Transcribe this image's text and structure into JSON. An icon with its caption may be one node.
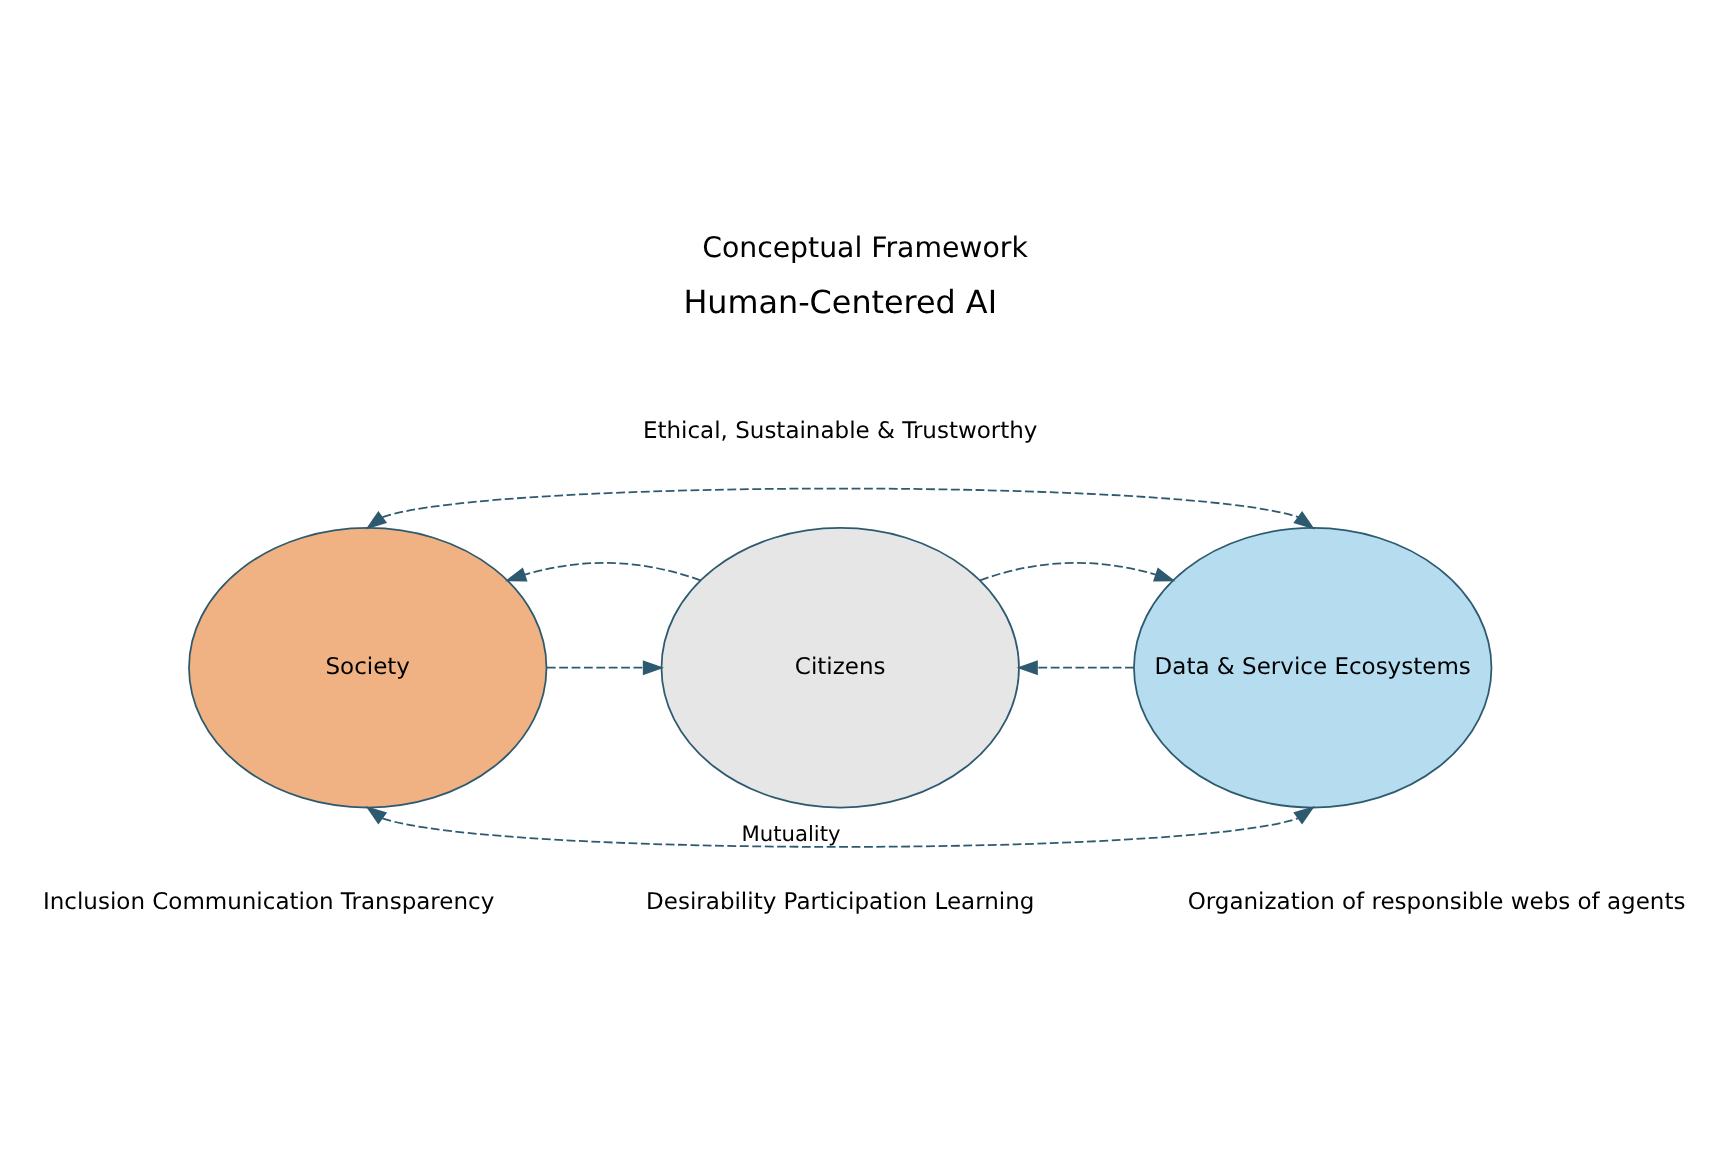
{
  "diagram": {
    "title": "Conceptual Framework",
    "nodes": [
      {
        "text": [
          "Society"
        ],
        "beside": [
          "Inclusion Communication Transparency"
        ]
      },
      {
        "text": [
          "Citizens"
        ],
        "beside": [
          "Desirability Participation Learning"
        ]
      },
      {
        "text": [
          "Data & Service Ecosystems"
        ],
        "beside": [
          "Organization of responsible webs of agents"
        ]
      }
    ],
    "edges": [
      {
        "from": 0,
        "to": 2,
        "arrow": "both",
        "style": "dashed"
      },
      {
        "from": 0,
        "to": 1,
        "arrow": "to",
        "style": "dashed"
      },
      {
        "from": 2,
        "to": 1,
        "arrow": "to",
        "style": "dashed"
      },
      {
        "from": 1,
        "to": 0,
        "arrow": "to",
        "style": "dashed"
      },
      {
        "from": 1,
        "to": 2,
        "arrow": "to",
        "style": "dashed"
      },
      {
        "from": 0,
        "to": 2,
        "arrow": "both",
        "style": "dashed",
        "label": "Mutuality"
      }
    ],
    "labels": [
      "Human-Centered AI",
      "Ethical, Sustainable & Trustworthy"
    ]
  }
}
